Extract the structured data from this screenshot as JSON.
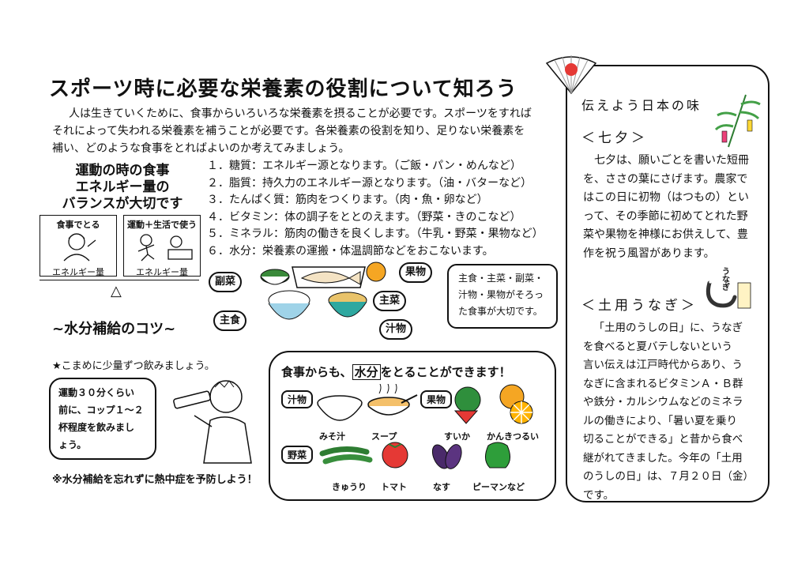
{
  "main": {
    "title": "スポーツ時に必要な栄養素の役割について知ろう",
    "intro": [
      "人は生きていくために、食事からいろいろな栄養素を摂ることが必要です。スポーツをすれば",
      "それによって失われる栄養素を補うことが必要です。各栄養素の役割を知り、足りない栄養素を",
      "補い、どのような食事をとればよいのか考えてみましょう。"
    ],
    "energy_heading": [
      "運動の時の食事",
      "エネルギー量の",
      "バランスが大切です"
    ],
    "energy_left": {
      "label": "食事でとる",
      "sub": "エネルギー量"
    },
    "energy_right": {
      "label": "運動＋生活で使う",
      "sub": "エネルギー量"
    },
    "triangle": "△",
    "nutrients": [
      "１．糖質：エネルギー源となります。（ご飯・パン・めんなど）",
      "２．脂質：持久力のエネルギー源となります。（油・バターなど）",
      "３．たんぱく質：筋肉をつくります。（肉・魚・卵など）",
      "４．ビタミン：体の調子をととのえます。（野菜・きのこなど）",
      "５．ミネラル：筋肉の働きを良くします。（牛乳・野菜・果物など）",
      "６．水分：栄養素の運搬・体温調節などをおこないます。"
    ],
    "meal_labels": {
      "fukusai": "副菜",
      "kudamono": "果物",
      "shusai": "主菜",
      "shushoku": "主食",
      "shirumono": "汁物"
    },
    "meal_note": [
      "主食・主菜・副菜・",
      "汁物・果物がそろっ",
      "た食事が大切です。"
    ],
    "water_heading": "~水分補給のコツ~",
    "water_tip": "★こまめに少量ずつ飲みましょう。",
    "water_bubble": [
      "運動３０分くらい",
      "前に、コップ１～２",
      "杯程度を飲みまし",
      "ょう。"
    ],
    "water_warning": "※水分補給を忘れずに熱中症を予防しよう！"
  },
  "water_box": {
    "title_pre": "食事からも、",
    "title_key": "水分",
    "title_post": "をとることができます！",
    "tags": {
      "soup": "汁物",
      "fruit": "果物",
      "veg": "野菜"
    },
    "items": {
      "misoshiru": "みそ汁",
      "soup": "スープ",
      "suika": "すいか",
      "kankitsu": "かんきつるい",
      "kyuuri": "きゅうり",
      "tomato": "トマト",
      "nasu": "なす",
      "piman": "ピーマンなど"
    }
  },
  "column": {
    "heading": "伝えよう日本の味",
    "tanabata_title": "＜七夕＞",
    "tanabata_body": [
      "七夕は、願いごとを書いた短冊",
      "を、ささの葉にさげます。農家で",
      "はこの日に初物（はつもの）とい",
      "って、その季節に初めてとれた野",
      "菜や果物を神様にお供えして、豊",
      "作を祝う風習があります。"
    ],
    "unagi_title": "＜土用うなぎ＞",
    "unagi_art_text": "うなぎ",
    "unagi_body": [
      "「土用のうしの日」に、うなぎ",
      "を食べると夏バテしないという",
      "言い伝えは江戸時代からあり、う",
      "なぎに含まれるビタミンＡ・Ｂ群",
      "や鉄分・カルシウムなどのミネラ",
      "ルの働きにより、「暑い夏を乗り",
      "切ることができる」と昔から食べ",
      "継がれてきました。今年の「土用",
      "のうしの日」は、７月２０日（金）",
      "です。"
    ]
  }
}
